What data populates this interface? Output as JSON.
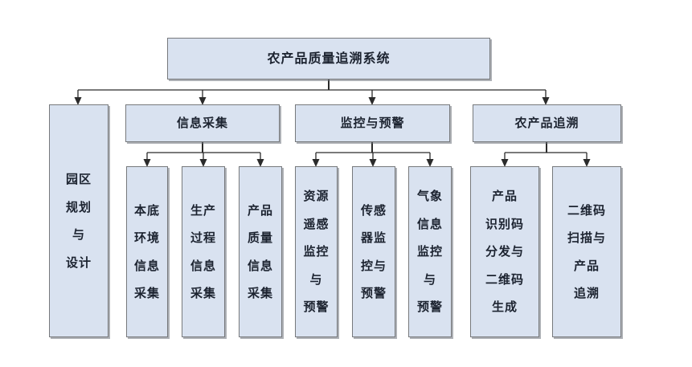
{
  "colors": {
    "box_fill": "#d9e2f0",
    "box_border": "#77797c",
    "connector_line": "#2b2b2b",
    "text": "#1c2330",
    "background": "#ffffff"
  },
  "chart": {
    "type": "org-chart",
    "root": {
      "label": "农产品质量追溯系统"
    },
    "left_node": {
      "label": "园区\n规划\n与\n设计"
    },
    "groups": [
      {
        "header": "信息采集",
        "children": [
          "本底\n环境\n信息\n采集",
          "生产\n过程\n信息\n采集",
          "产品\n质量\n信息\n采集"
        ]
      },
      {
        "header": "监控与预警",
        "children": [
          "资源\n遥感\n监控\n与\n预警",
          "传感\n器监\n控与\n预警",
          "气象\n信息\n监控\n与\n预警"
        ]
      },
      {
        "header": "农产品追溯",
        "children": [
          "产品\n识别码\n分发与\n二维码\n生成",
          "二维码\n扫描与\n产品\n追溯"
        ]
      }
    ]
  }
}
